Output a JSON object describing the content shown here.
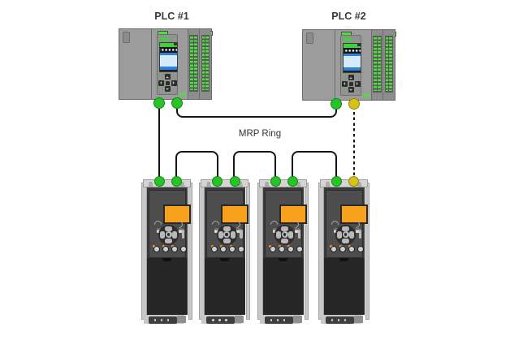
{
  "diagram": {
    "type": "network-topology",
    "ring_label": "MRP Ring"
  },
  "nodes": {
    "plc1": {
      "label": "PLC #1",
      "type": "PLC",
      "ports": [
        "green",
        "green"
      ]
    },
    "plc2": {
      "label": "PLC #2",
      "type": "PLC",
      "ports": [
        "green",
        "yellow"
      ]
    },
    "drives": [
      {
        "id": "drive-1",
        "type": "VFD drive",
        "ports": [
          "green",
          "green"
        ]
      },
      {
        "id": "drive-2",
        "type": "VFD drive",
        "ports": [
          "green",
          "green"
        ]
      },
      {
        "id": "drive-3",
        "type": "VFD drive",
        "ports": [
          "green",
          "green"
        ]
      },
      {
        "id": "drive-4",
        "type": "VFD drive",
        "ports": [
          "green",
          "yellow"
        ]
      }
    ]
  },
  "connections": [
    {
      "from": "plc1-port1",
      "to": "drive1-port1",
      "style": "solid"
    },
    {
      "from": "plc1-port2",
      "to": "plc2-port1",
      "style": "solid"
    },
    {
      "from": "drive1-port2",
      "to": "drive2-port1",
      "style": "solid"
    },
    {
      "from": "drive2-port2",
      "to": "drive3-port1",
      "style": "solid"
    },
    {
      "from": "drive3-port2",
      "to": "drive4-port1",
      "style": "solid"
    },
    {
      "from": "plc2-port2",
      "to": "drive4-port2",
      "style": "dashed"
    }
  ],
  "colors": {
    "line": "#141414",
    "port_green": "#27c427",
    "port_yellow": "#d3c317",
    "led_green": "#4ce23a",
    "led_bg": "#5a5a5a",
    "display_green": "#3fd23f",
    "display_blue": "#2f80d8",
    "display_screen": "#d3ebfb",
    "plc_body": "#9c9c9c",
    "plc_panel": "#8f948e",
    "plc_module": "#8d8d8d",
    "drive_dark": "#3a3a3a",
    "drive_panel": "#4d4d4d",
    "drive_lower": "#262626",
    "drive_orange": "#f7a11c",
    "drive_rail": "#c8c8c8",
    "drive_cap": "#d5d5d5"
  }
}
